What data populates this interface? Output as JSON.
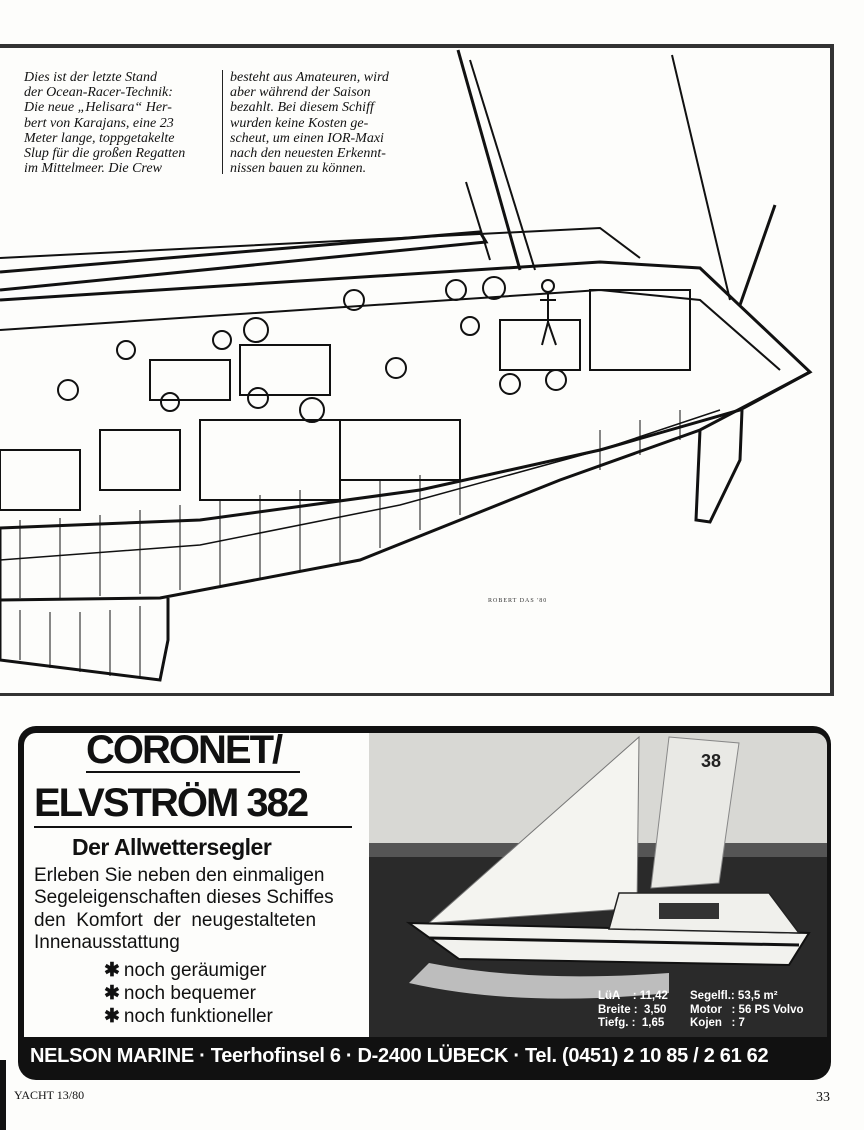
{
  "caption": {
    "col1": "Dies ist der letzte Stand\nder Ocean-Racer-Technik:\nDie neue „Helisara“ Her-\nbert von Karajans, eine 23\nMeter lange, toppgetakelte\nSlup für die großen Regatten\nim Mittelmeer. Die Crew",
    "col2": "besteht aus Amateuren, wird\naber während der Saison\nbezahlt. Bei diesem Schiff\nwurden keine Kosten ge-\nscheut, um einen IOR-Maxi\nnach den neuesten Erkennt-\nnissen bauen zu können."
  },
  "illustration": {
    "signature": "ROBERT DAS '80"
  },
  "ad": {
    "brand_line1": "CORONET/",
    "brand_line2": "ELVSTRÖM 382",
    "tagline": "Der Allwettersegler",
    "body": "Erleben Sie neben den einmaligen\nSegeleigenschaften dieses Schiffes\nden  Komfort  der  neugestalteten\nInnenausstattung",
    "bullets": [
      "noch geräumiger",
      "noch bequemer",
      "noch funktioneller"
    ],
    "bullet_glyph": "✱",
    "sail_number": "38",
    "specs_left": "LüA    : 11,42\nBreite :  3,50\nTiefg. :  1,65",
    "specs_right": "Segelfl.: 53,5 m²\nMotor   : 56 PS Volvo\nKojen   : 7",
    "address": "NELSON MARINE · Teerhofinsel 6 · D-2400 LÜBECK · Tel. (0451) 2 10 85 / 2 61 62"
  },
  "footer": {
    "left": "YACHT 13/80",
    "page_number": "33"
  }
}
